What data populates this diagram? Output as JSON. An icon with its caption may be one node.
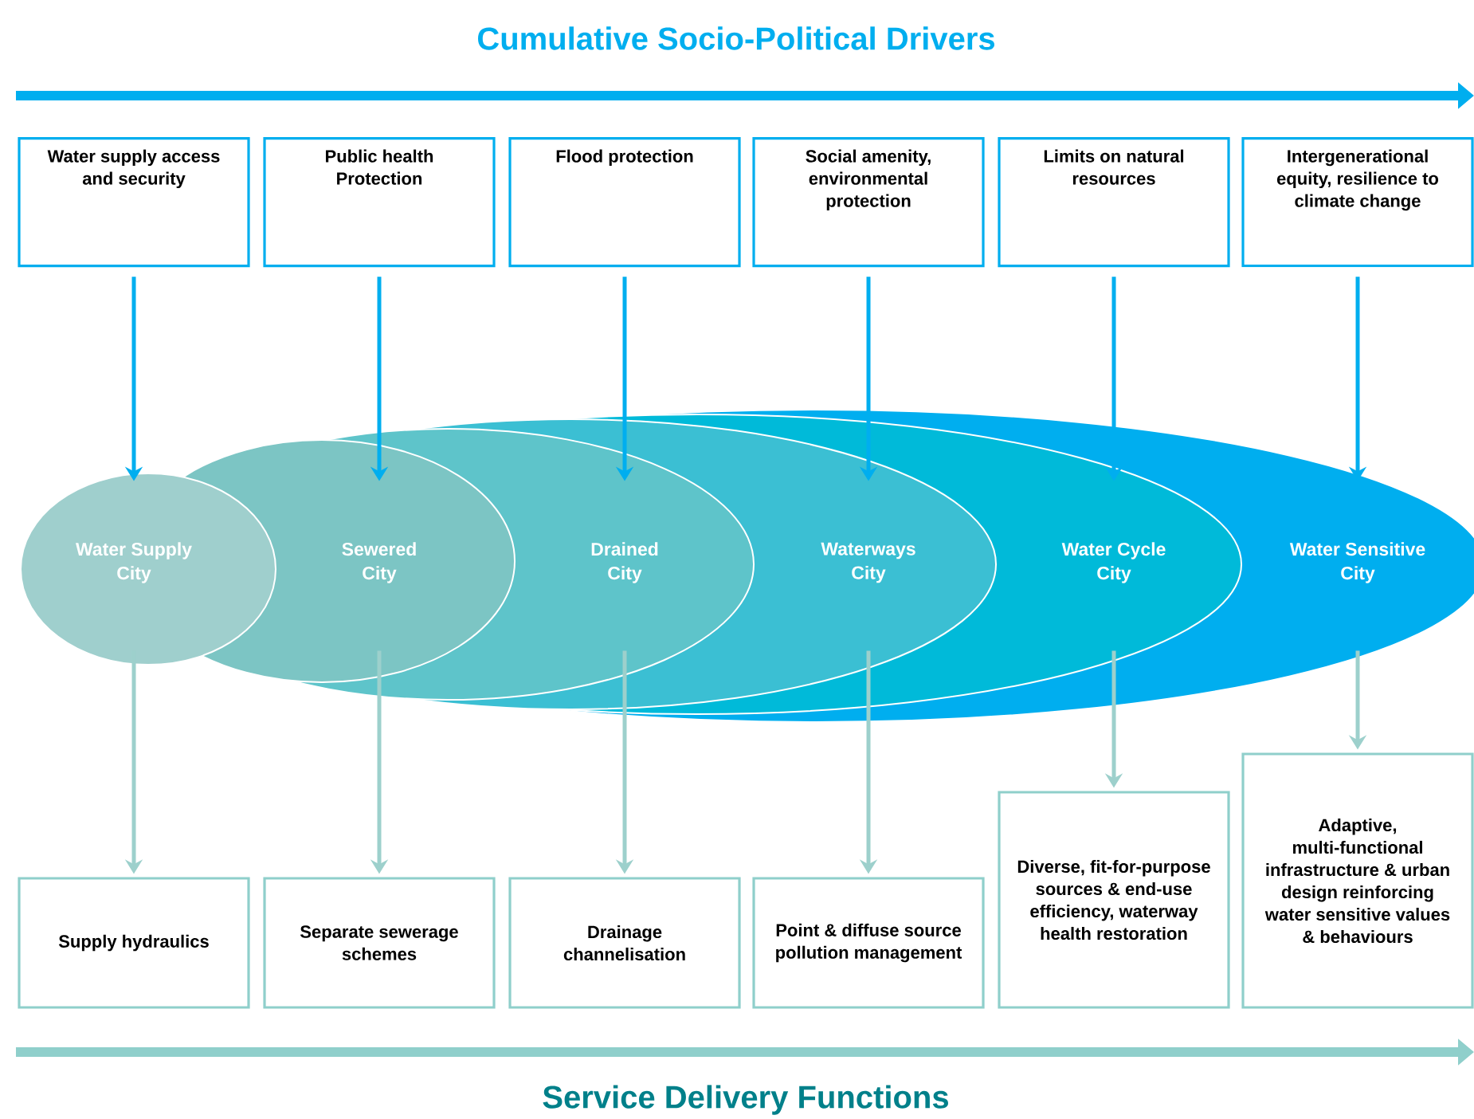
{
  "diagram": {
    "title": "Cumulative Socio-Political Drivers",
    "nodes": [
      {
        "text": [
          "Water supply access and security"
        ]
      },
      {
        "text": [
          "Public health Protection"
        ]
      },
      {
        "text": [
          "Flood protection"
        ]
      },
      {
        "text": [
          "Social amenity, environmental protection"
        ]
      },
      {
        "text": [
          "Limits on natural resources"
        ]
      },
      {
        "text": [
          "Intergenerational equity, resilience to climate change"
        ]
      },
      {
        "text": [
          "Water Supply City"
        ]
      },
      {
        "text": [
          "Sewered City"
        ],
        "in": 8
      },
      {
        "text": [
          "Drained City"
        ],
        "in": 9
      },
      {
        "text": [
          "Waterways City"
        ],
        "in": 10
      },
      {
        "text": [
          "Water Cycle City"
        ],
        "in": 11
      },
      {
        "text": [
          "Water Sensitive City"
        ]
      },
      {
        "text": [
          "Supply hydraulics"
        ]
      },
      {
        "text": [
          "Separate sewerage schemes"
        ]
      },
      {
        "text": [
          "Drainage channelisation"
        ]
      },
      {
        "text": [
          "Point & diffuse source pollution management"
        ]
      },
      {
        "text": [
          "Diverse, fit-for-purpose sources & end-use efficiency, waterway health restoration"
        ]
      },
      {
        "text": [
          "Adaptive, multi-functional infrastructure & urban design reinforcing water sensitive values & behaviours"
        ]
      }
    ],
    "edges": [
      {
        "from": 0,
        "to": 6,
        "arrow": "to"
      },
      {
        "from": 1,
        "to": 7,
        "arrow": "to"
      },
      {
        "from": 2,
        "to": 8,
        "arrow": "to"
      },
      {
        "from": 3,
        "to": 9,
        "arrow": "to"
      },
      {
        "from": 4,
        "to": 10,
        "arrow": "to"
      },
      {
        "from": 5,
        "to": 11,
        "arrow": "to"
      },
      {
        "from": 6,
        "to": 12,
        "arrow": "to",
        "color": "#9dd0cc"
      },
      {
        "from": 7,
        "to": 13,
        "arrow": "to",
        "color": "#9dd0cc"
      },
      {
        "from": 8,
        "to": 14,
        "arrow": "to",
        "color": "#9dd0cc"
      },
      {
        "from": 9,
        "to": 15,
        "arrow": "to",
        "color": "#9dd0cc"
      },
      {
        "from": 10,
        "to": 16,
        "arrow": "to",
        "color": "#9dd0cc"
      },
      {
        "from": 11,
        "to": 17,
        "arrow": "to",
        "color": "#9dd0cc"
      }
    ],
    "labels": [
      "Service Delivery Functions"
    ]
  }
}
